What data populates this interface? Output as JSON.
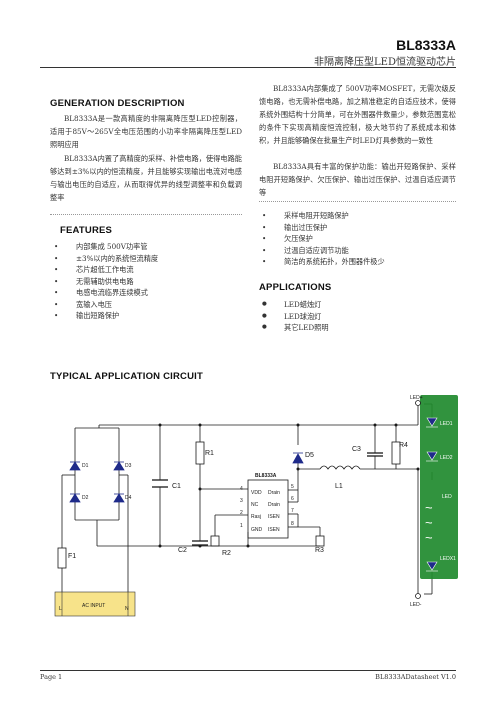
{
  "header": {
    "title": "BL8333A",
    "subtitle": "非隔离降压型LED恒流驱动芯片"
  },
  "generation": {
    "heading": "GENERATION DESCRIPTION",
    "p1": "BL8333A是一款高精度的非隔离降压型LED控制器，适用于85V～265V全电压范围的小功率非隔离降压型LED照明应用",
    "p2": "BL8333A内置了高精度的采样、补偿电路，使得电路能够达到±3%以内的恒流精度，并且能够实现输出电流对电感与输出电压的自适应，从而取得优异的线型调整率和负载调整率"
  },
  "right_col": {
    "p1": "BL8333A内部集成了 500V功率MOSFET，无需次级反馈电路，也无需补偿电路，加之精准稳定的自适应技术，使得系统外围结构十分简单，可在外围器件数量少，参数范围宽松的条件下实现高精度恒流控制，极大地节约了系统成本和体积，并且能够确保在批量生产时LED灯具参数的一致性",
    "p2": "BL8333A具有丰富的保护功能：输出开短路保护、采样电阻开短路保护、欠压保护、输出过压保护、过温自适应调节等"
  },
  "features": {
    "heading": "FEATURES",
    "items": [
      "内部集成 500V功率管",
      "±3%以内的系统恒流精度",
      "芯片超低工作电流",
      "无需辅助供电电路",
      "电感电流临界连续模式",
      "宽输入电压",
      "输出短路保护"
    ]
  },
  "protections": {
    "items": [
      "采样电阻开短路保护",
      "输出过压保护",
      "欠压保护",
      "过温自适应调节功能",
      "简洁的系统拓扑，外围器件极少"
    ]
  },
  "applications": {
    "heading": "APPLICATIONS",
    "items": [
      "LED蜡烛灯",
      "LED球泡灯",
      "其它LED照明"
    ]
  },
  "circuit": {
    "heading": "TYPICAL APPLICATION CIRCUIT",
    "ic_name": "BL8333A",
    "pins": [
      {
        "num": "4",
        "name": "VDD"
      },
      {
        "num": "3",
        "name": "NC"
      },
      {
        "num": "2",
        "name": "Rasj"
      },
      {
        "num": "1",
        "name": "GND"
      },
      {
        "num": "5",
        "name": "Drain"
      },
      {
        "num": "6",
        "name": "Drain"
      },
      {
        "num": "7",
        "name": "ISEN"
      },
      {
        "num": "8",
        "name": "ISEN"
      }
    ],
    "labels": {
      "r1": "R1",
      "r2": "R2",
      "r3": "R3",
      "r4": "R4",
      "c1": "C1",
      "c2": "C2",
      "c3": "C3",
      "d5": "D5",
      "l1": "L1",
      "f1": "F1",
      "d1": "D1",
      "d2": "D2",
      "d3": "D3",
      "d4": "D4",
      "led_plus": "LED+",
      "led_minus": "LED-",
      "led1": "LED1",
      "led2": "LED2",
      "led_mid": "LED",
      "ledx": "LEDX1",
      "ac_input": "AC INPUT",
      "ac_l": "L",
      "ac_n": "N",
      "tilde": "~"
    }
  },
  "footer": {
    "page": "Page 1",
    "doc": "BL8333ADatasheet    V1.0"
  }
}
